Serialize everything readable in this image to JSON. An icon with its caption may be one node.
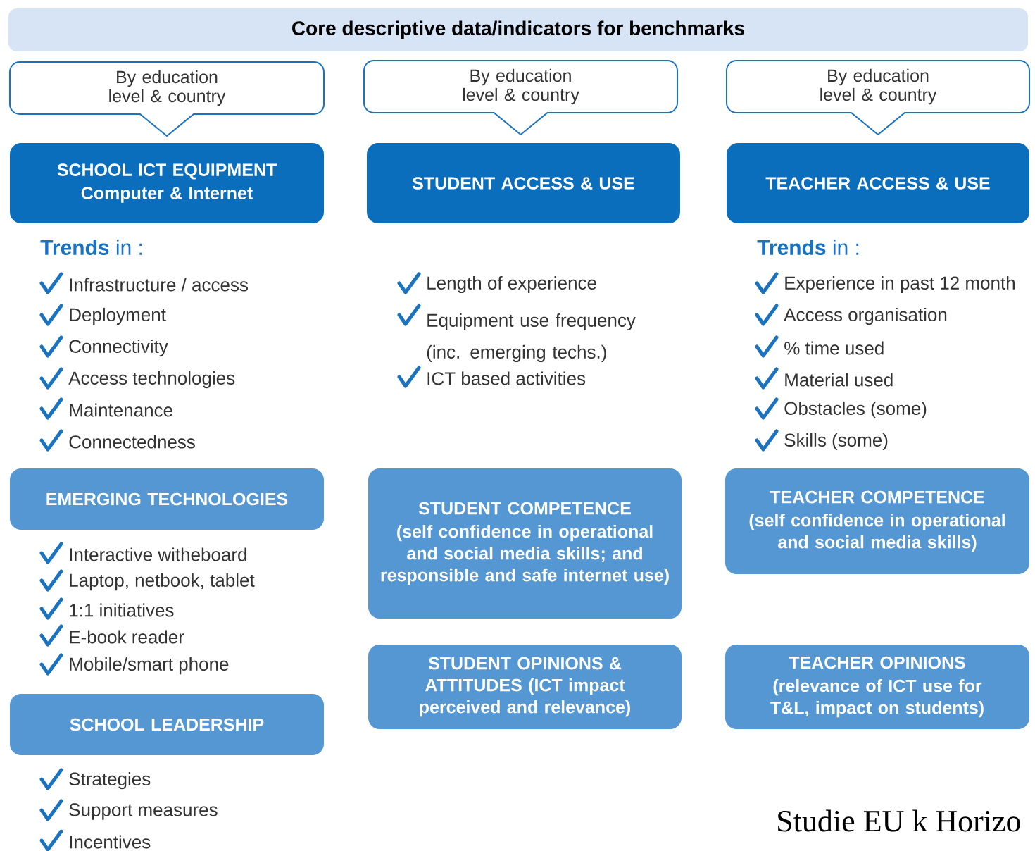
{
  "diagram": {
    "nodes": [
      {
        "text": [
          "Core descriptive data/indicators for benchmarks"
        ]
      },
      {
        "text": [
          "By education level & country"
        ]
      },
      {
        "text": [
          "By education level & country"
        ]
      },
      {
        "text": [
          "By education level & country"
        ]
      },
      {
        "text": [
          "SCHOOL ICT EQUIPMENT",
          "Computer & Internet"
        ]
      },
      {
        "text": [
          "STUDENT ACCESS & USE"
        ]
      },
      {
        "text": [
          "TEACHER ACCESS & USE"
        ]
      },
      {
        "text": [
          "EMERGING TECHNOLOGIES"
        ]
      },
      {
        "text": [
          "SCHOOL LEADERSHIP"
        ]
      },
      {
        "text": [
          "STUDENT COMPETENCE",
          "(self confidence in operational and social media skills; and responsible and safe internet use)"
        ]
      },
      {
        "text": [
          "TEACHER COMPETENCE",
          "(self confidence in operational and social media skills)"
        ]
      },
      {
        "text": [
          "STUDENT OPINIONS & ATTITUDES (ICT impact perceived and relevance)"
        ]
      },
      {
        "text": [
          "TEACHER OPINIONS",
          "(relevance of ICT use for T&L, impact on students)"
        ]
      }
    ],
    "labels": [
      "**Trends** in :",
      "Infrastructure / access",
      "Deployment",
      "Connectivity",
      "Access technologies",
      "Maintenance",
      "Connectedness",
      "Length of experience",
      "Equipment use frequency (inc. emerging techs.)",
      "ICT based activities",
      "**Trends** in :",
      "Experience in past 12 month",
      "Access organisation",
      "% time used",
      "Material used",
      "Obstacles (some)",
      "Skills (some)",
      "Interactive witheboard",
      "Laptop, netbook, tablet",
      "1:1 initiatives",
      "E-book reader",
      "Mobile/smart phone",
      "Strategies",
      "Support measures",
      "Incentives",
      "Studie EU k Horizo"
    ]
  }
}
